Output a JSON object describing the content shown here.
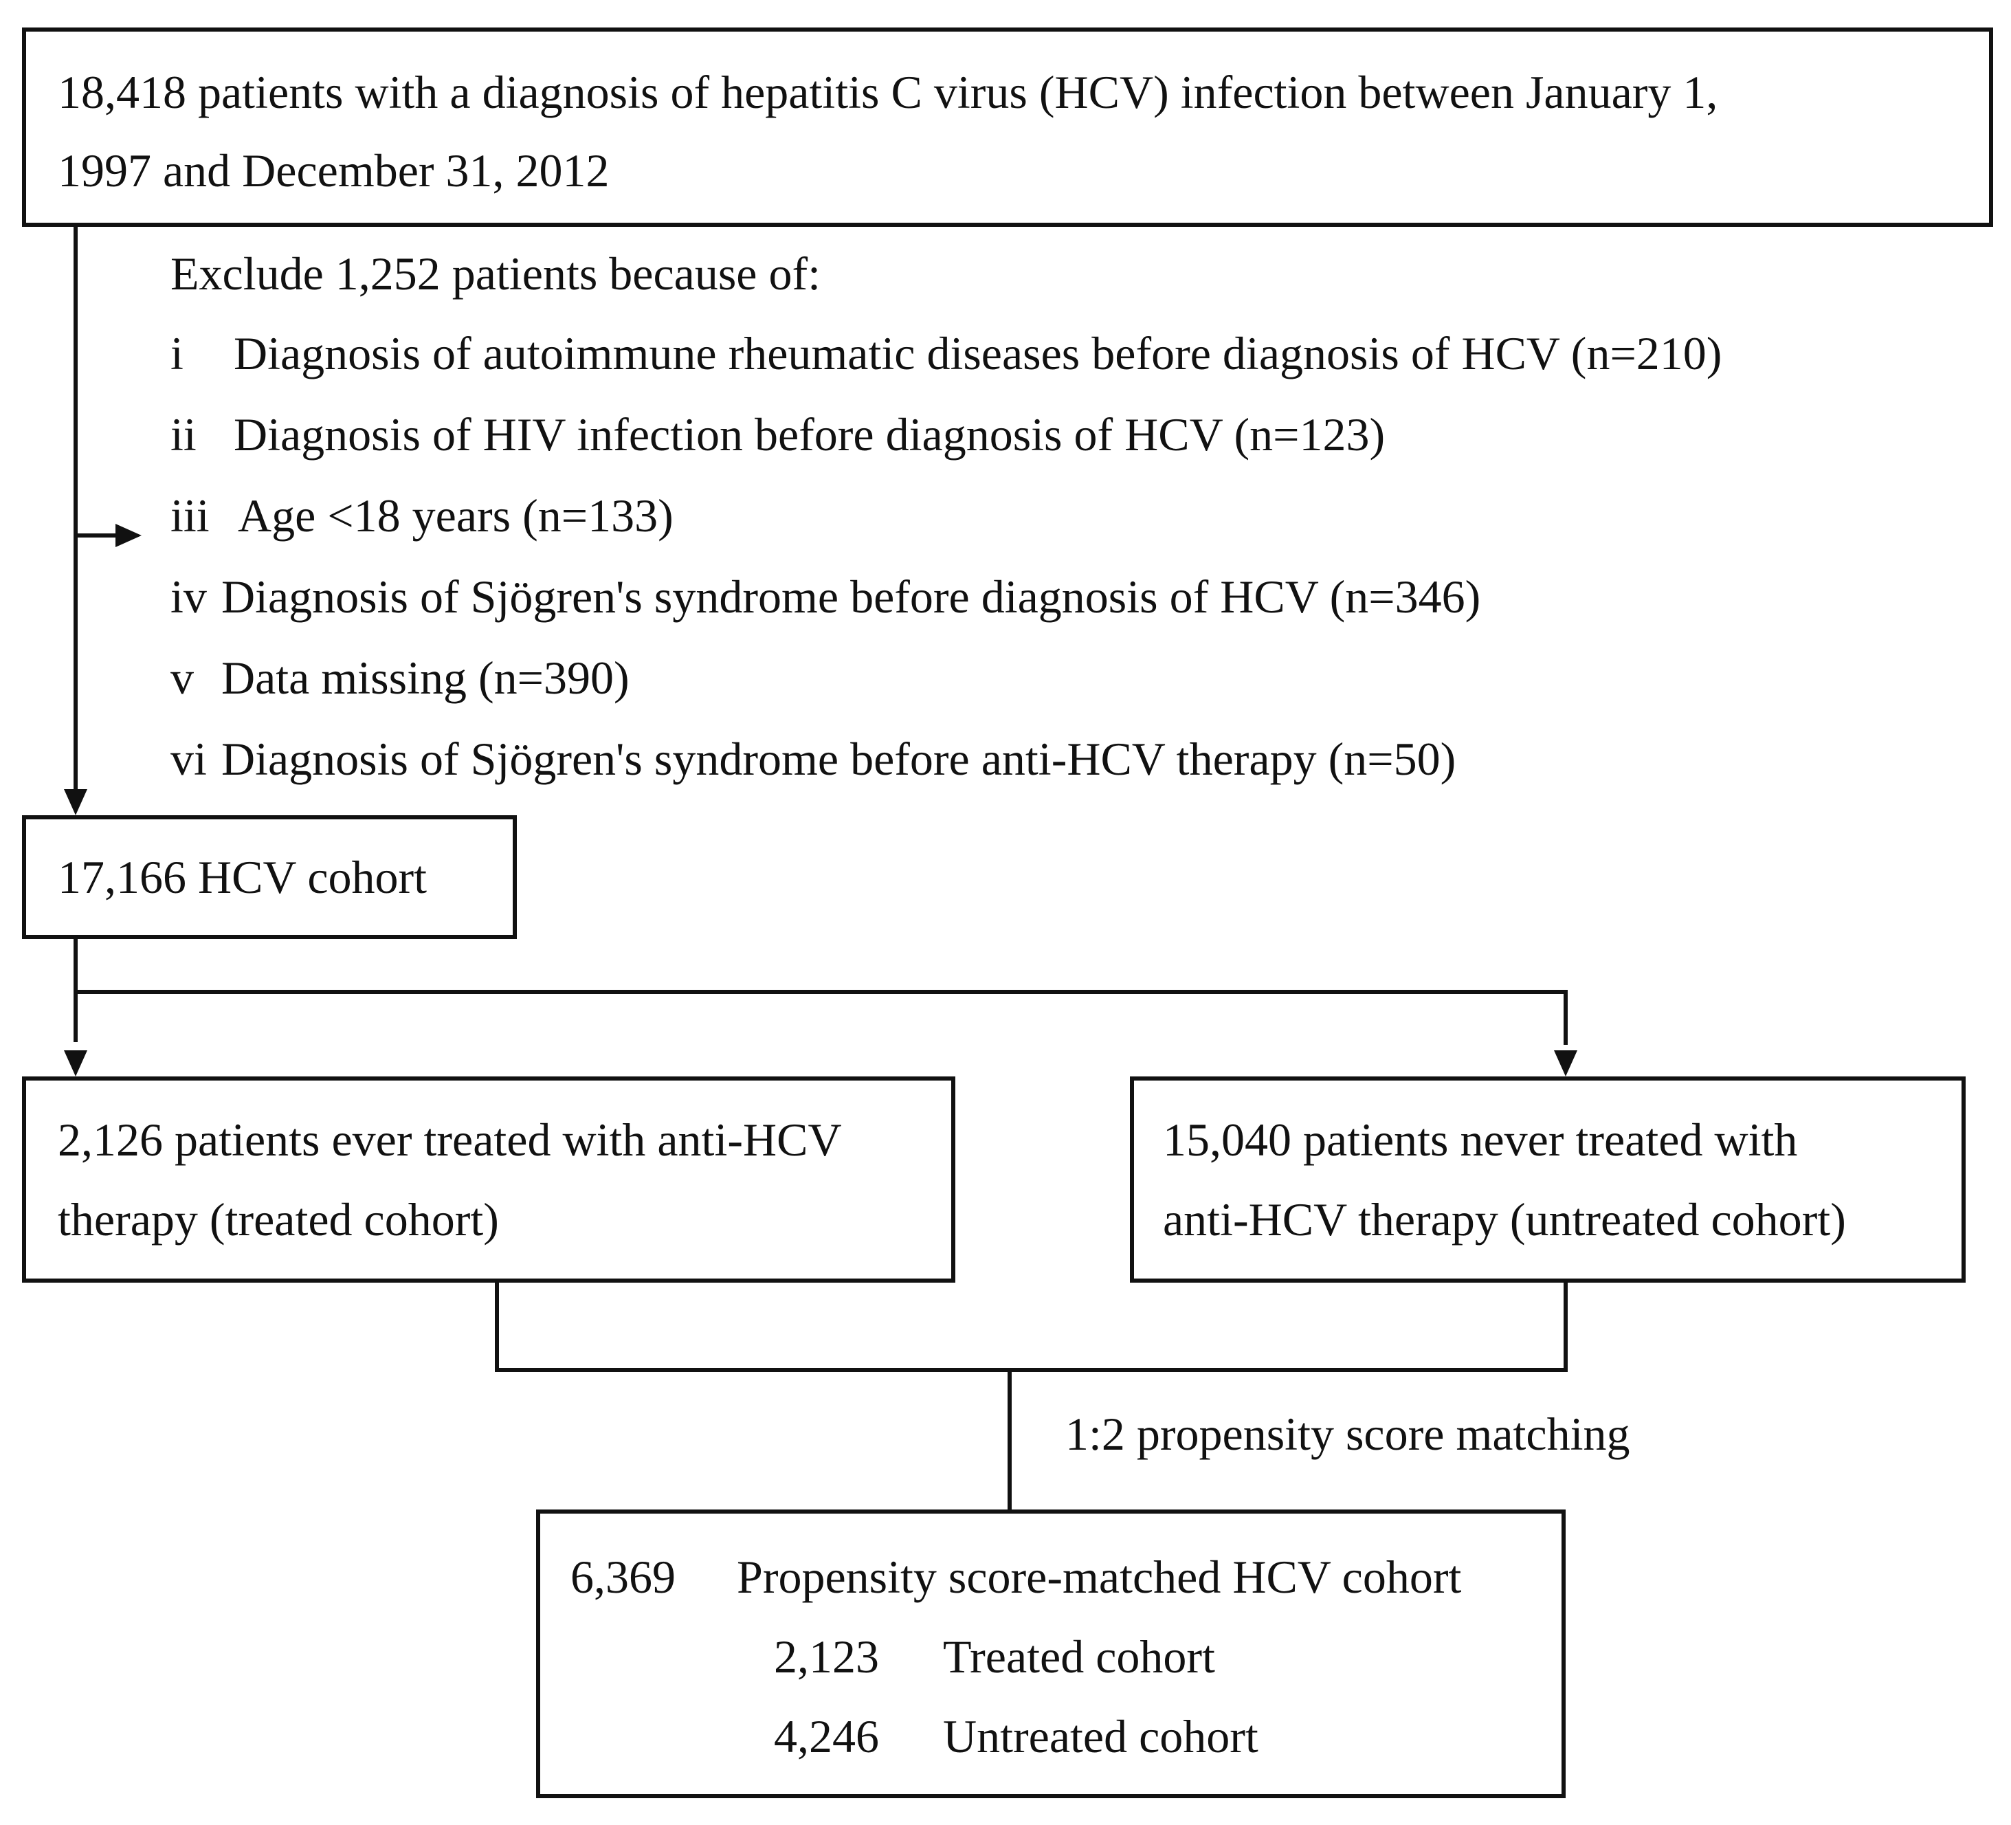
{
  "top_box": {
    "line1": "18,418 patients with a diagnosis of hepatitis C virus (HCV) infection between January 1,",
    "line2": "1997 and December 31, 2012"
  },
  "exclusions": {
    "header": "Exclude 1,252 patients because of:",
    "items": [
      {
        "num": "i",
        "text": "Diagnosis of autoimmune rheumatic diseases before diagnosis of HCV (n=210)"
      },
      {
        "num": "ii",
        "text": "Diagnosis of HIV infection before diagnosis of HCV (n=123)"
      },
      {
        "num": "iii",
        "text": "Age <18 years (n=133)"
      },
      {
        "num": "iv",
        "text": "Diagnosis of Sjögren's syndrome before diagnosis of HCV (n=346)"
      },
      {
        "num": "v",
        "text": "Data missing (n=390)"
      },
      {
        "num": "vi",
        "text": "Diagnosis of Sjögren's syndrome before anti-HCV therapy (n=50)"
      }
    ]
  },
  "cohort_box": {
    "label": "17,166 HCV cohort"
  },
  "treated_box": {
    "line1": "2,126 patients ever treated with anti-HCV",
    "line2": "therapy (treated cohort)"
  },
  "untreated_box": {
    "line1": "15,040 patients never treated with",
    "line2": "anti-HCV therapy (untreated cohort)"
  },
  "matching_label": "1:2 propensity score matching",
  "matched_box": {
    "total_num": "6,369",
    "total_label": "Propensity score-matched HCV cohort",
    "rows": [
      {
        "num": "2,123",
        "label": "Treated cohort"
      },
      {
        "num": "4,246",
        "label": "Untreated cohort"
      }
    ]
  }
}
